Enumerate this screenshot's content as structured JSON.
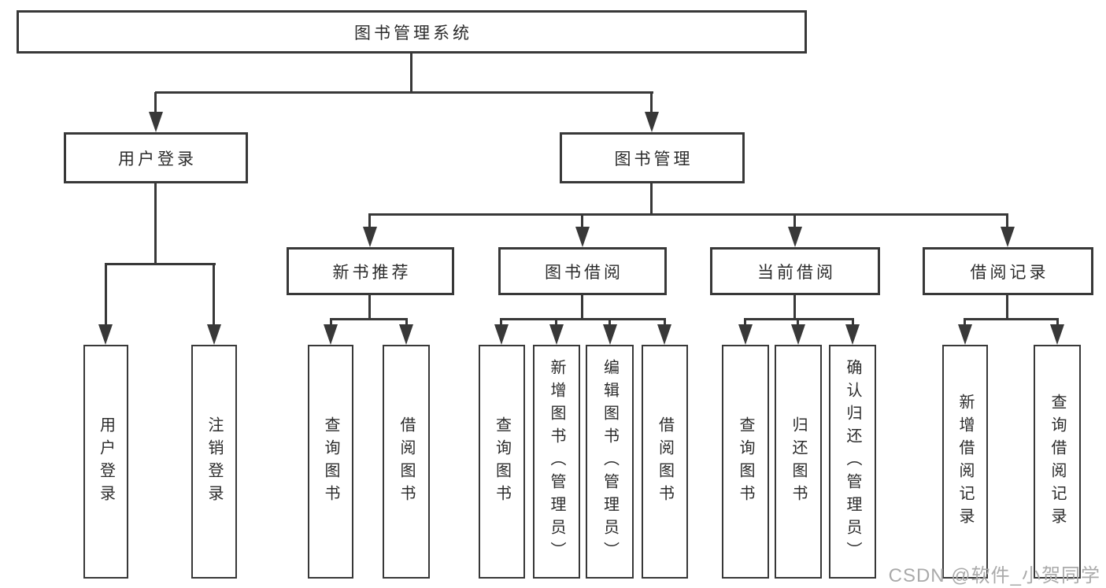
{
  "tree": {
    "root": "图书管理系统",
    "groups": [
      {
        "label": "用户登录",
        "children": [
          "用户登录",
          "注销登录"
        ]
      },
      {
        "label": "图书管理",
        "subgroups": [
          {
            "label": "新书推荐",
            "children": [
              "查询图书",
              "借阅图书"
            ]
          },
          {
            "label": "图书借阅",
            "children": [
              "查询图书",
              "新增图书（管理员）",
              "编辑图书（管理员）",
              "借阅图书"
            ]
          },
          {
            "label": "当前借阅",
            "children": [
              "查询图书",
              "归还图书",
              "确认归还（管理员）"
            ]
          },
          {
            "label": "借阅记录",
            "children": [
              "新增借阅记录",
              "查询借阅记录"
            ]
          }
        ]
      }
    ]
  },
  "watermark": "CSDN @软件_小贺同学",
  "colors": {
    "line": "#383838",
    "text": "#2b2b2b",
    "background": "#ffffff",
    "watermark": "#aaaaaa"
  }
}
